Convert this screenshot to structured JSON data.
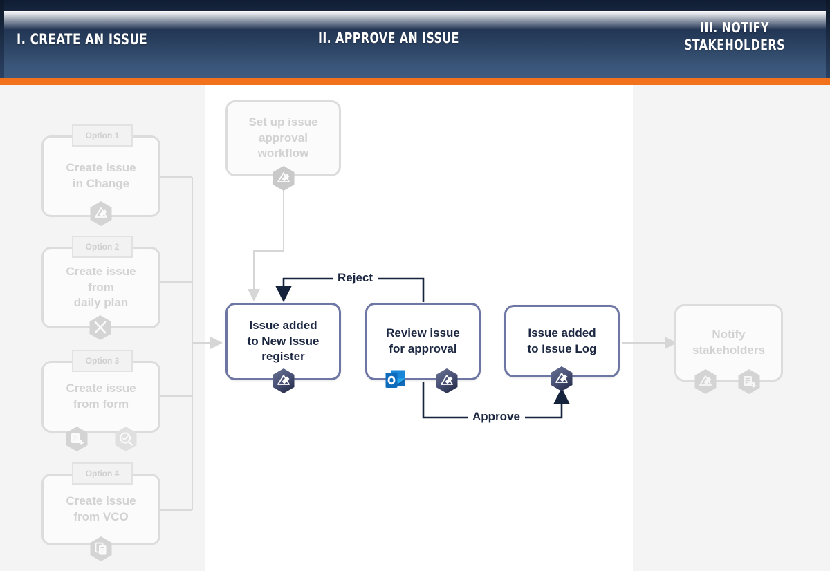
{
  "header": {
    "phases": [
      {
        "id": "phase-1",
        "label": "I. Create an Issue"
      },
      {
        "id": "phase-2",
        "label": "II. Approve an Issue"
      },
      {
        "id": "phase-3",
        "label": "III. Notify Stakeholders"
      }
    ],
    "accent_color": "#f2711c",
    "gradient_top": "#101d33",
    "gradient_bottom": "#3e5b7f"
  },
  "columns": {
    "left": {
      "name": "create-an-issue",
      "background": "#f4f4f4",
      "state": "inactive"
    },
    "middle": {
      "name": "approve-an-issue",
      "background": "#ffffff",
      "state": "active"
    },
    "right": {
      "name": "notify-stakeholders",
      "background": "#f4f4f4",
      "state": "inactive"
    }
  },
  "options": [
    {
      "tab": "Option 1",
      "label": "Create issue\nin Change"
    },
    {
      "tab": "Option 2",
      "label": "Create issue\nfrom\ndaily plan"
    },
    {
      "tab": "Option 3",
      "label": "Create issue\nfrom form"
    },
    {
      "tab": "Option 4",
      "label": "Create issue\nfrom VCO"
    }
  ],
  "options_text": {
    "tab_1": "Option 1",
    "tab_2": "Option 2",
    "tab_3": "Option 3",
    "tab_4": "Option 4",
    "box_1_line_1": "Create issue",
    "box_1_line_2": "in Change",
    "box_2_line_1": "Create issue",
    "box_2_line_2": "from",
    "box_2_line_3": "daily plan",
    "box_3_line_1": "Create issue",
    "box_3_line_2": "from form",
    "box_4_line_1": "Create issue",
    "box_4_line_2": "from VCO"
  },
  "nodes": {
    "setup_workflow": {
      "line_1": "Set up issue",
      "line_2": "approval",
      "line_3": "workflow",
      "state": "inactive"
    },
    "new_issue_register": {
      "line_1": "Issue added",
      "line_2": "to New Issue",
      "line_3": "register",
      "state": "active"
    },
    "review_for_approval": {
      "line_1": "Review issue",
      "line_2": "for approval",
      "state": "active"
    },
    "issue_log": {
      "line_1": "Issue added",
      "line_2": "to Issue Log",
      "state": "active"
    },
    "notify_stakeholders": {
      "line_1": "Notify",
      "line_2": "stakeholders",
      "state": "inactive"
    }
  },
  "decision_labels": {
    "reject": "Reject",
    "approve": "Approve"
  },
  "icons": {
    "badge_edit": "edit-pen-hexagon-icon",
    "badge_tools": "tools-hexagon-icon",
    "badge_form": "form-hexagon-icon",
    "badge_search": "magnifier-check-hexagon-icon",
    "badge_documents": "documents-hexagon-icon",
    "outlook": "microsoft-outlook-icon"
  },
  "colors": {
    "active_border": "#6e76a3",
    "active_text": "#1b2640",
    "ghost_border": "#dcdcdc",
    "ghost_text": "#d2d2d2",
    "badge_active_top": "#545d87",
    "badge_active_bottom": "#2e3553",
    "badge_ghost": "#d4d4d4",
    "arrow_active": "#16233c",
    "arrow_ghost": "#d6d6d6",
    "outlook_blue": "#0f6cbd"
  }
}
